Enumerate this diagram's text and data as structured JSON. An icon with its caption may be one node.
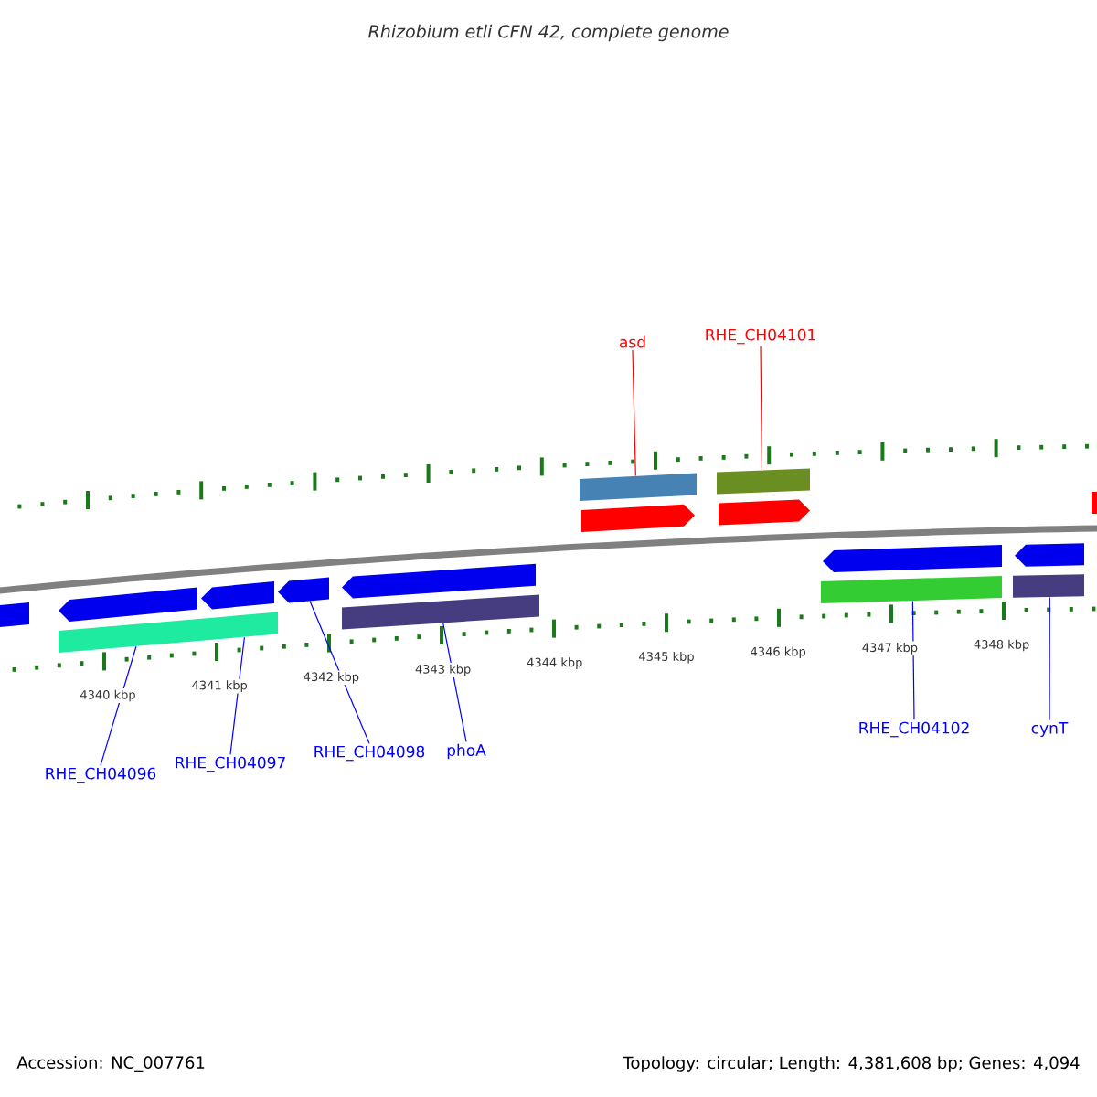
{
  "diagram": {
    "title": "Rhizobium etli CFN 42, complete genome",
    "nodes": [
      {
        "text": [
          "asd"
        ]
      },
      {
        "text": [
          "RHE_CH04101"
        ]
      },
      {
        "text": [
          "RHE_CH04096"
        ]
      },
      {
        "text": [
          "RHE_CH04097"
        ]
      },
      {
        "text": [
          "RHE_CH04098"
        ]
      },
      {
        "text": [
          "phoA"
        ]
      },
      {
        "text": [
          "RHE_CH04102"
        ]
      },
      {
        "text": [
          "cynT"
        ]
      },
      {
        "text": [],
        "shape": "bar"
      },
      {
        "text": [],
        "shape": "bar"
      },
      {
        "text": [],
        "shape": "arrow"
      },
      {
        "text": [],
        "shape": "arrow"
      },
      {
        "text": [],
        "shape": "arrow"
      },
      {
        "text": [],
        "shape": "bar"
      },
      {
        "text": [],
        "shape": "arrow"
      },
      {
        "text": [],
        "shape": "arrow"
      },
      {
        "text": [],
        "shape": "arrow"
      },
      {
        "text": [],
        "shape": "arrow"
      },
      {
        "text": [],
        "shape": "arrow"
      },
      {
        "text": [],
        "shape": "arrow"
      },
      {
        "text": [],
        "shape": "bar"
      },
      {
        "text": [],
        "shape": "bar"
      },
      {
        "text": [],
        "shape": "bar"
      },
      {
        "text": [],
        "shape": "bar"
      }
    ],
    "edges": [
      {
        "from": 0,
        "to": 8,
        "arrow": "none",
        "color": "#ff0000"
      },
      {
        "from": 1,
        "to": 9,
        "arrow": "none",
        "color": "#ff0000"
      },
      {
        "from": 2,
        "to": 20,
        "arrow": "none"
      },
      {
        "from": 3,
        "to": 20,
        "arrow": "none"
      },
      {
        "from": 4,
        "to": 16,
        "arrow": "none"
      },
      {
        "from": 5,
        "to": 21,
        "arrow": "none"
      },
      {
        "from": 6,
        "to": 22,
        "arrow": "none"
      },
      {
        "from": 7,
        "to": 23,
        "arrow": "none"
      }
    ],
    "labels": [
      "4340 kbp",
      "4341 kbp",
      "4342 kbp",
      "4343 kbp",
      "4344 kbp",
      "4345 kbp",
      "4346 kbp",
      "4347 kbp",
      "4348 kbp",
      "Accession: NC_007761",
      "Topology: circular; Length: 4,381,608 bp; Genes: 4,094"
    ]
  }
}
